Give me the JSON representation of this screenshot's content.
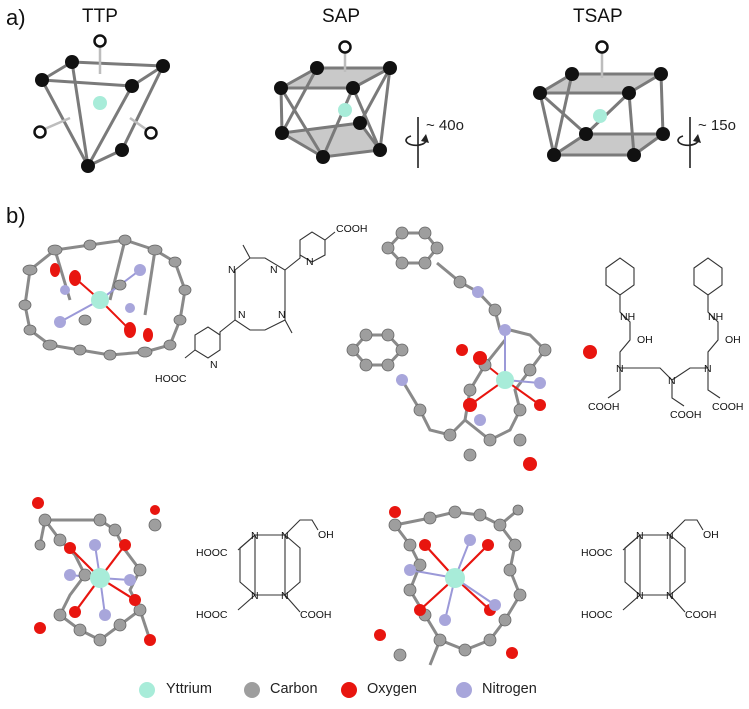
{
  "panel_a": {
    "label": "a)",
    "geometries": [
      {
        "name": "TTP",
        "rotation": ""
      },
      {
        "name": "SAP",
        "rotation": "~ 40o"
      },
      {
        "name": "TSAP",
        "rotation": "~ 15o"
      }
    ]
  },
  "panel_b": {
    "label": "b)",
    "structures": [
      {
        "id": "complex-1",
        "formula_labels": [
          "COOH",
          "HOOC",
          "N",
          "N",
          "N",
          "N",
          "N",
          "N"
        ]
      },
      {
        "id": "complex-2",
        "formula_labels": [
          "NH",
          "OH",
          "NH",
          "OH",
          "N",
          "N",
          "N",
          "COOH",
          "COOH",
          "COOH"
        ]
      },
      {
        "id": "complex-3",
        "formula_labels": [
          "HOOC",
          "HOOC",
          "COOH",
          "OH",
          "N",
          "N",
          "N",
          "N"
        ]
      },
      {
        "id": "complex-4",
        "formula_labels": [
          "HOOC",
          "HOOC",
          "COOH",
          "OH",
          "N",
          "N",
          "N",
          "N"
        ]
      }
    ]
  },
  "legend": [
    {
      "label": "Yttrium",
      "color": "#a8ecd9"
    },
    {
      "label": "Carbon",
      "color": "#9e9e9e"
    },
    {
      "label": "Oxygen",
      "color": "#e8150f"
    },
    {
      "label": "Nitrogen",
      "color": "#a8a6db"
    }
  ],
  "colors": {
    "central_atom": "#a8ecd9",
    "vertex": "#111111",
    "edge": "#7a7a7a",
    "face": "#c7c7c7"
  }
}
